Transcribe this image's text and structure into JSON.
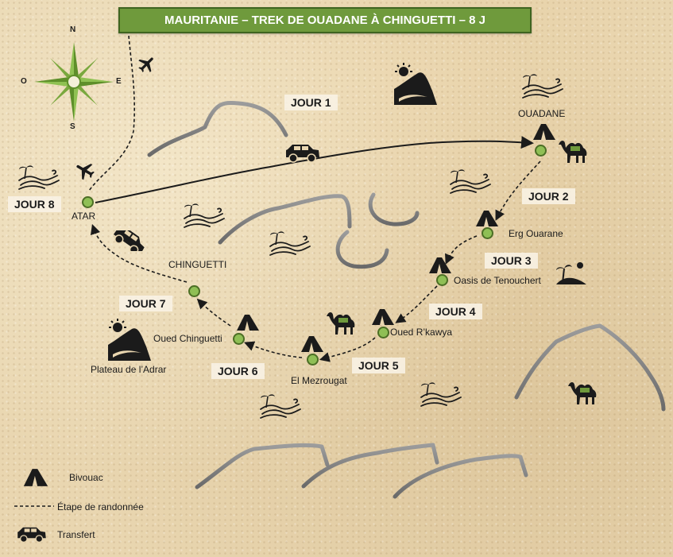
{
  "title": "MAURITANIE – TREK DE OUADANE À CHINGUETTI – 8 J",
  "compass": {
    "north": "N",
    "south": "S",
    "east": "E",
    "west": "O"
  },
  "days": {
    "d1": "JOUR 1",
    "d2": "JOUR 2",
    "d3": "JOUR 3",
    "d4": "JOUR 4",
    "d5": "JOUR 5",
    "d6": "JOUR 6",
    "d7": "JOUR 7",
    "d8": "JOUR 8"
  },
  "places": {
    "ouadane": "OUADANE",
    "atar": "ATAR",
    "chinguetti": "CHINGUETTI",
    "erg_ouarane": "Erg Ouarane",
    "oasis_tenouchert": "Oasis de Tenouchert",
    "oued_rkawya": "Oued R’kawya",
    "el_mezrougat": "El Mezrougat",
    "oued_chinguetti": "Oued Chinguetti",
    "plateau_adrar": "Plateau de l’Adrar"
  },
  "legend": {
    "bivouac": "Bivouac",
    "hike": "Étape de randonnée",
    "transfer": "Transfert"
  },
  "colors": {
    "title_bg": "#6f9a3c",
    "node": "#8fbf55",
    "mountain": "#7a7a7a",
    "route": "#1b1b1b"
  },
  "icons": [
    "compass-rose-icon",
    "airplane-icon",
    "4x4-car-icon",
    "camel-icon",
    "tent-icon",
    "palm-dune-icon",
    "sun-mountain-icon"
  ]
}
